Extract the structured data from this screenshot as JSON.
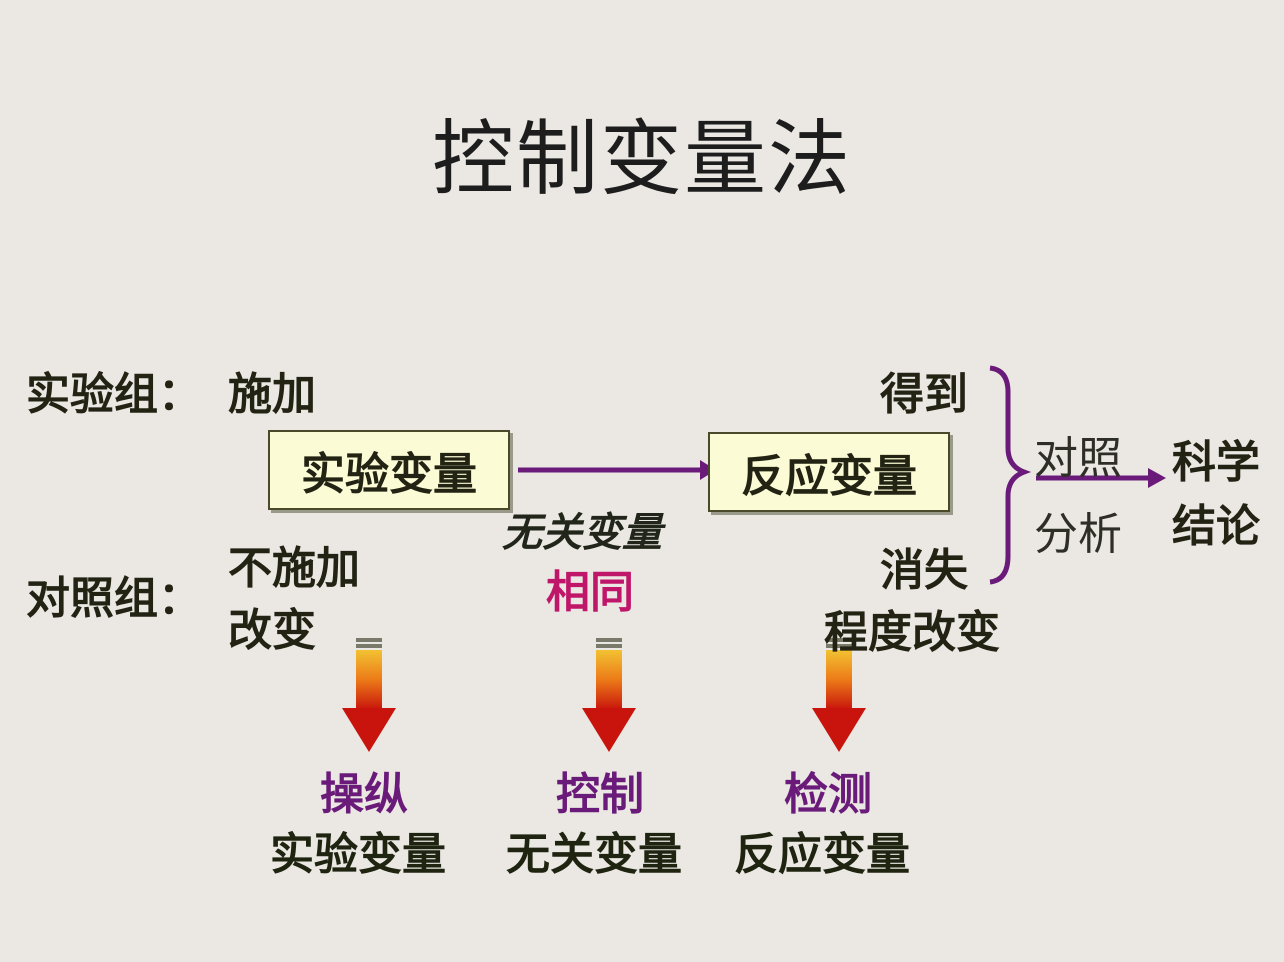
{
  "title": "控制变量法",
  "experimental_group": {
    "label": "实验组：",
    "action": "施加"
  },
  "control_group": {
    "label": "对照组：",
    "action_line1": "不施加",
    "action_line2": "改变"
  },
  "boxes": {
    "independent": "实验变量",
    "dependent": "反应变量"
  },
  "irrelevant": {
    "line1": "无关变量",
    "line2": "相同"
  },
  "outcomes": {
    "obtained": "得到",
    "vanish": "消失",
    "degree_change": "程度改变"
  },
  "analysis": {
    "line1": "对照",
    "line2": "分析"
  },
  "conclusion": {
    "line1": "科学",
    "line2": "结论"
  },
  "bottom": [
    {
      "verb": "操纵",
      "object": "实验变量"
    },
    {
      "verb": "控制",
      "object": "无关变量"
    },
    {
      "verb": "检测",
      "object": "反应变量"
    }
  ],
  "colors": {
    "accent_purple": "#6a1b7a",
    "accent_pink": "#c0166a",
    "box_fill": "#fbfbd6"
  }
}
